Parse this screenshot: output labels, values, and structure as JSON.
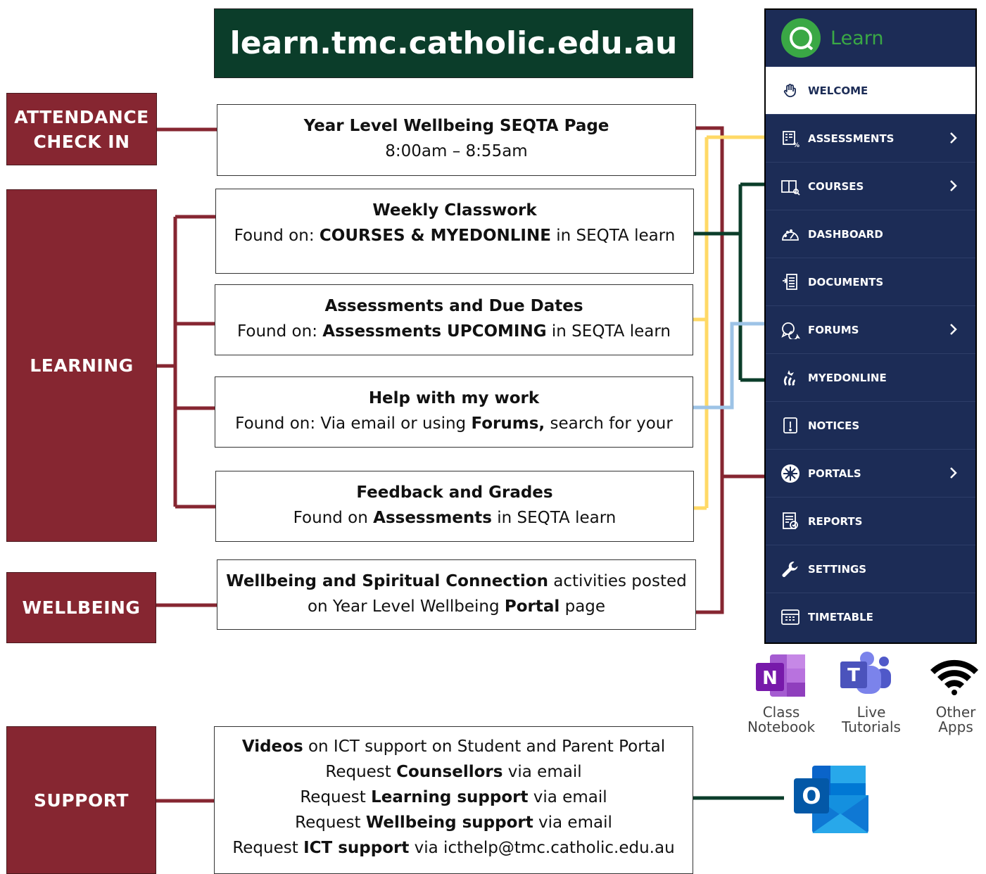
{
  "site_title": "learn.tmc.catholic.edu.au",
  "categories": {
    "attendance": [
      "ATTENDANCE",
      "CHECK IN"
    ],
    "learning": "LEARNING",
    "wellbeing": "WELLBEING",
    "support": "SUPPORT"
  },
  "boxes": {
    "attendance": {
      "heading": "Year Level Wellbeing SEQTA Page",
      "line2": "8:00am – 8:55am"
    },
    "classwork": {
      "heading": "Weekly Classwork",
      "pre": "Found on: ",
      "bold": "COURSES & MYEDONLINE",
      "post": " in SEQTA learn"
    },
    "assessments": {
      "heading": "Assessments and Due Dates",
      "pre": "Found on: ",
      "bold": "Assessments UPCOMING",
      "post": " in SEQTA learn"
    },
    "help": {
      "heading": "Help with my work",
      "pre": "Found on: Via email or using ",
      "bold": "Forums,",
      "post": " search for your"
    },
    "feedback": {
      "heading": "Feedback and Grades",
      "pre": "Found on ",
      "bold": "Assessments",
      "post": " in SEQTA learn"
    },
    "wellbeing": {
      "bold1": "Wellbeing and Spiritual Connection",
      "post1": " activities posted",
      "pre2": "on Year Level Wellbeing ",
      "bold2": "Portal",
      "post2": " page"
    },
    "support": {
      "l1_bold": "Videos",
      "l1_post": " on ICT support on Student and Parent Portal",
      "l2_pre": "Request ",
      "l2_bold": "Counsellors",
      "l2_post": " via email",
      "l3_pre": "Request ",
      "l3_bold": "Learning support",
      "l3_post": " via email",
      "l4_pre": "Request ",
      "l4_bold": "Wellbeing support",
      "l4_post": " via email",
      "l5_pre": "Request ",
      "l5_bold": "ICT support",
      "l5_post": " via icthelp@tmc.catholic.edu.au"
    }
  },
  "nav": {
    "brand": "Learn",
    "items": [
      {
        "label": "WELCOME",
        "icon": "hand-wave-icon",
        "active": true,
        "chevron": false
      },
      {
        "label": "ASSESSMENTS",
        "icon": "grades-icon",
        "chevron": true
      },
      {
        "label": "COURSES",
        "icon": "book-icon",
        "chevron": true
      },
      {
        "label": "DASHBOARD",
        "icon": "gauge-icon",
        "chevron": false
      },
      {
        "label": "DOCUMENTS",
        "icon": "document-icon",
        "chevron": false
      },
      {
        "label": "FORUMS",
        "icon": "chat-icon",
        "chevron": true
      },
      {
        "label": "MYEDONLINE",
        "icon": "myedonline-icon",
        "chevron": false
      },
      {
        "label": "NOTICES",
        "icon": "notice-icon",
        "chevron": false
      },
      {
        "label": "PORTALS",
        "icon": "portal-icon",
        "chevron": true
      },
      {
        "label": "REPORTS",
        "icon": "report-icon",
        "chevron": false
      },
      {
        "label": "SETTINGS",
        "icon": "wrench-icon",
        "chevron": false
      },
      {
        "label": "TIMETABLE",
        "icon": "calendar-icon",
        "chevron": false
      }
    ]
  },
  "apps": {
    "onenote": {
      "l1": "Class",
      "l2": "Notebook",
      "letter": "N"
    },
    "teams": {
      "l1": "Live",
      "l2": "Tutorials",
      "letter": "T"
    },
    "other": {
      "l1": "Other",
      "l2": "Apps"
    },
    "outlook_letter": "O"
  },
  "colors": {
    "maroon": "#862631",
    "dark_green": "#0b3d2a",
    "yellow": "#ffd966",
    "light_blue": "#9dc3e6",
    "nav_bg": "#1c2c56"
  }
}
